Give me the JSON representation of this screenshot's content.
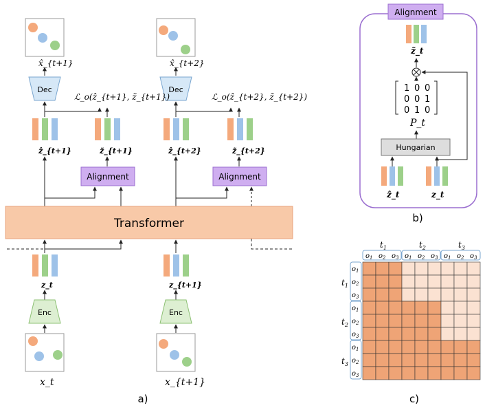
{
  "panel_a": {
    "label": "a)",
    "transformer": "Transformer",
    "enc": "Enc",
    "dec": "Dec",
    "alignment": "Alignment",
    "input_left": "x_t",
    "input_right": "x_{t+1}",
    "recon_left": "x̂_{t+1}",
    "recon_right": "x̂_{t+2}",
    "z_left_in": "z_t",
    "z_right_in": "z_{t+1}",
    "zhat_left": "ẑ_{t+1}",
    "ztilde_left": "z̃_{t+1}",
    "zhat_right": "ẑ_{t+2}",
    "ztilde_right": "z̃_{t+2}",
    "loss_left": "ℒ_o(ẑ_{t+1}, z̃_{t+1})",
    "loss_right": "ℒ_o(ẑ_{t+2}, z̃_{t+2})"
  },
  "panel_b": {
    "label": "b)",
    "title": "Alignment",
    "hungarian": "Hungarian",
    "matrix_rows": [
      [
        "1",
        "0",
        "0"
      ],
      [
        "0",
        "0",
        "1"
      ],
      [
        "0",
        "1",
        "0"
      ]
    ],
    "perm": "P_t",
    "ztilde": "z̃_t",
    "zhat": "ẑ_t",
    "z": "z_t"
  },
  "panel_c": {
    "label": "c)",
    "time_labels": [
      "t1",
      "t2",
      "t3"
    ],
    "object_labels": [
      "o1",
      "o2",
      "o3"
    ],
    "mask_fill_description": "block-causal attention mask"
  },
  "colors": {
    "slot_orange": "#F4A97C",
    "slot_green": "#9DD08A",
    "slot_blue": "#9EC2E8",
    "transformer": "#F8C9A8",
    "alignment": "#CFAEF0",
    "dec": "#D6E8F7",
    "enc": "#DDEFD2",
    "mask_dark": "#EFA476",
    "mask_light": "#FBE2D2"
  }
}
